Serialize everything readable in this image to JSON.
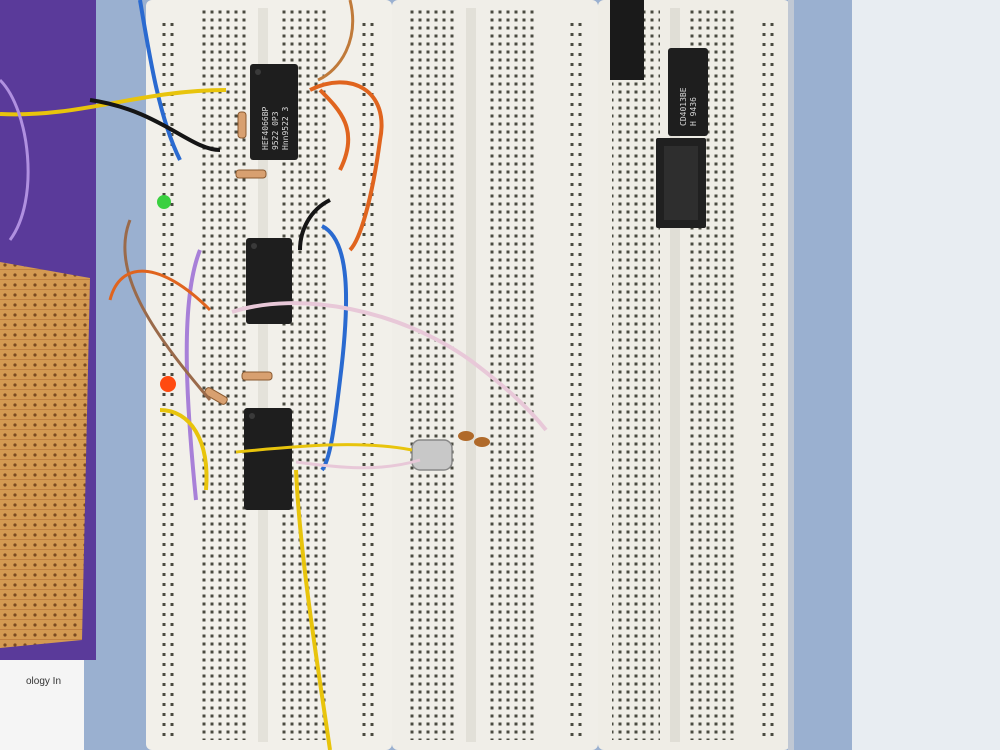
{
  "scene": {
    "colors": {
      "purple_mat": "#5a3a9a",
      "blue_surface": "#9ab0d0",
      "right_surface": "#e8edf2",
      "board_white": "#f2f0ea",
      "hole": "#4a4a40",
      "stripboard": "#d49a52",
      "chip_body": "#1e1e1e",
      "wire_yellow": "#e8c40c",
      "wire_orange": "#e0641e",
      "wire_blue": "#2a6ad0",
      "wire_black": "#151515",
      "wire_pink": "#e8c8d8",
      "wire_violet": "#a880d8",
      "wire_brown": "#9a6a4a",
      "wire_copper": "#c07a3a",
      "led_green": "#3ad040",
      "led_red": "#ff4a10"
    },
    "chips": [
      {
        "id": "u1",
        "marking": [
          "HEF4066BP",
          "9522 0P3",
          "Hnn9522 3"
        ]
      },
      {
        "id": "u2",
        "marking": []
      },
      {
        "id": "u3",
        "marking": []
      },
      {
        "id": "u4",
        "marking": [
          "CD4013BE",
          "H 9436"
        ]
      },
      {
        "id": "u5",
        "marking": []
      }
    ],
    "paper_text": "ology In"
  }
}
